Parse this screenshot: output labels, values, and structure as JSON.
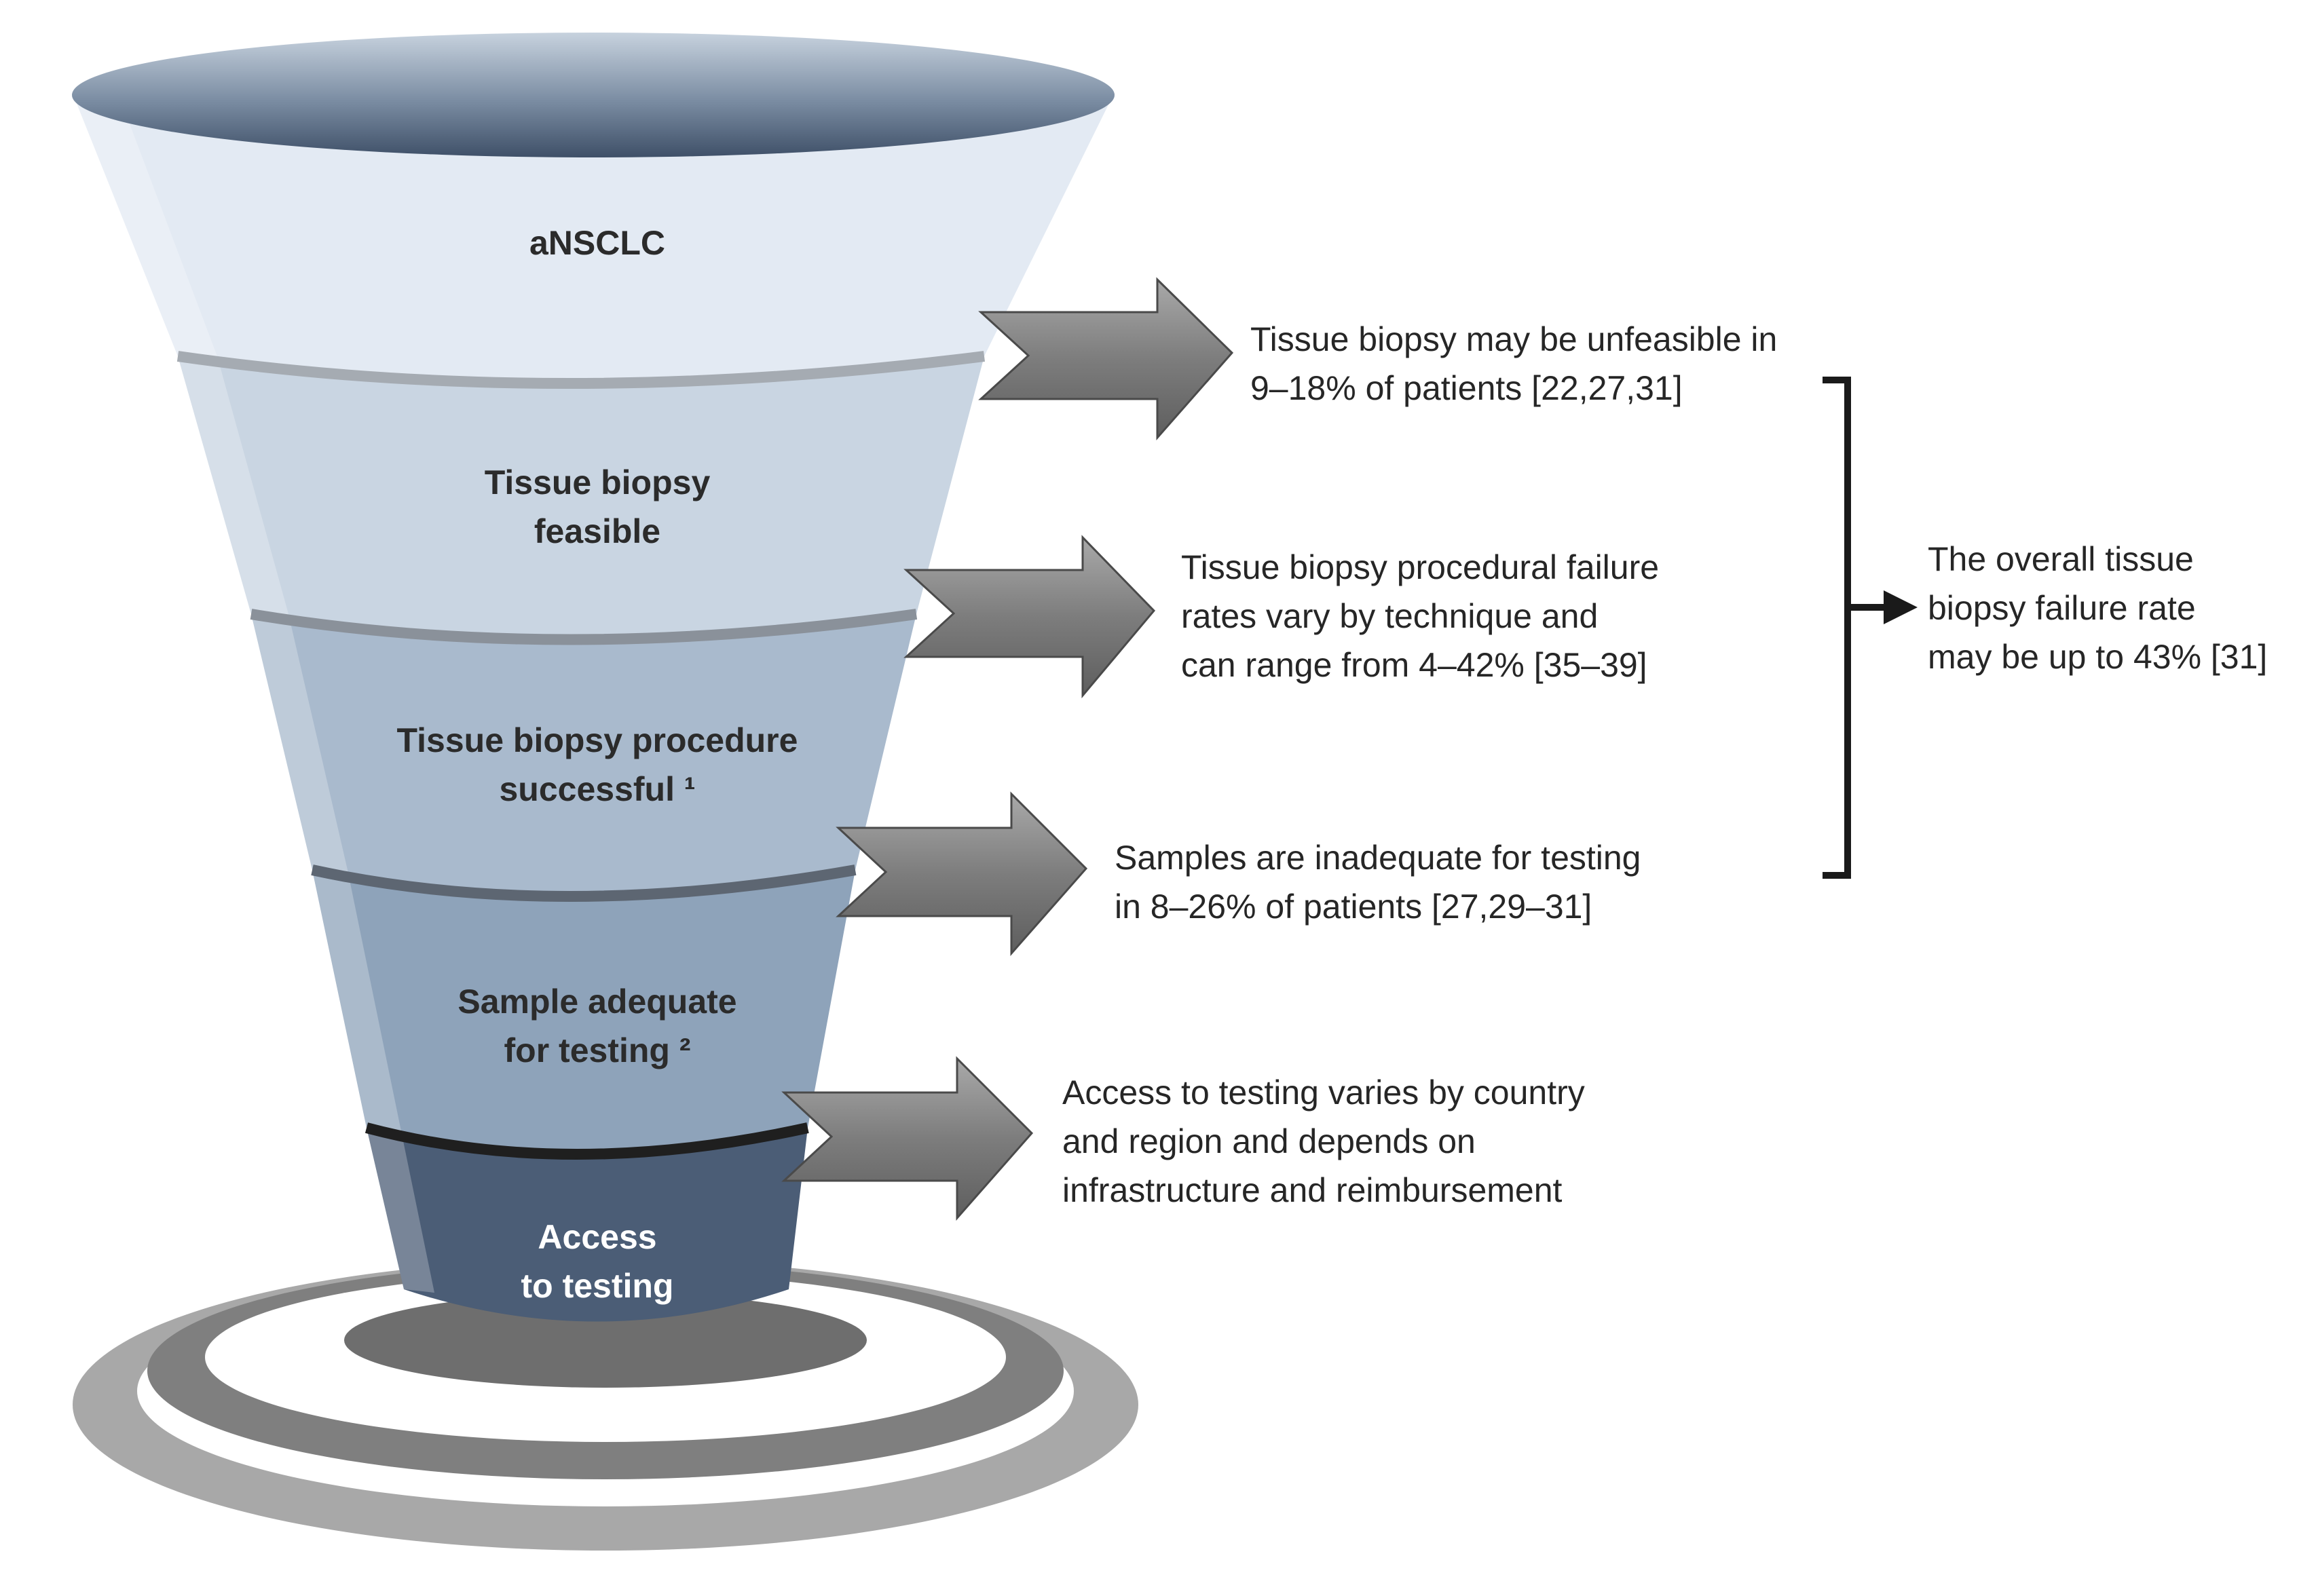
{
  "funnel": {
    "stages": [
      {
        "lines": [
          "aNSCLC"
        ]
      },
      {
        "lines": [
          "Tissue biopsy",
          "feasible"
        ]
      },
      {
        "lines": [
          "Tissue biopsy procedure",
          "successful ¹"
        ]
      },
      {
        "lines": [
          "Sample adequate",
          "for testing ²"
        ]
      },
      {
        "lines": [
          "Access",
          "to testing"
        ]
      }
    ]
  },
  "annotations": [
    {
      "lines": [
        "Tissue biopsy may be unfeasible in",
        "9–18% of patients [22,27,31]"
      ]
    },
    {
      "lines": [
        "Tissue biopsy procedural failure",
        "rates vary by technique and",
        "can range from 4–42% [35–39]"
      ]
    },
    {
      "lines": [
        "Samples are inadequate for testing",
        "in 8–26% of patients [27,29–31]"
      ]
    },
    {
      "lines": [
        "Access to testing varies by country",
        "and region and depends on",
        "infrastructure and reimbursement"
      ]
    }
  ],
  "overall": {
    "lines": [
      "The overall tissue",
      "biopsy failure rate",
      "may be up to 43% [31]"
    ]
  },
  "colors": {
    "stage1": "#e3eaf3",
    "stage2": "#c9d5e2",
    "stage3": "#a9bacd",
    "stage4": "#8ea3ba",
    "stage5": "#4b5d76",
    "arrow": "#8c8c8c",
    "ring": "#a8a8a8"
  }
}
